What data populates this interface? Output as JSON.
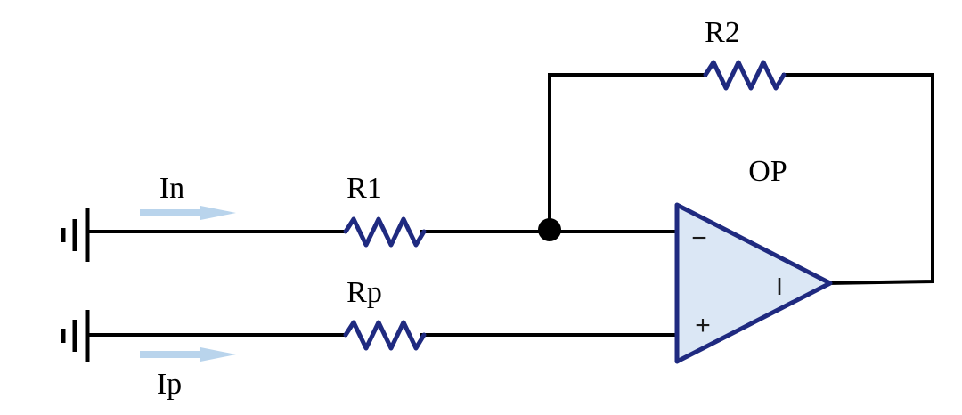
{
  "diagram": {
    "type": "op-amp bias current circuit",
    "colors": {
      "wire": "#000000",
      "resistor": "#1f2a80",
      "opamp_stroke": "#1f2a80",
      "opamp_fill": "#dbe7f5",
      "current_arrow": "#b9d4ec"
    },
    "labels": {
      "r2": "R2",
      "r1": "R1",
      "rp": "Rp",
      "op": "OP",
      "in": "In",
      "ip": "Ip",
      "minus": "−",
      "plus": "+",
      "output_mark": "I"
    },
    "icons": [
      "ground-symbol",
      "ground-symbol",
      "resistor",
      "resistor",
      "resistor",
      "op-amp-triangle",
      "junction-dot",
      "current-arrow",
      "current-arrow"
    ]
  }
}
